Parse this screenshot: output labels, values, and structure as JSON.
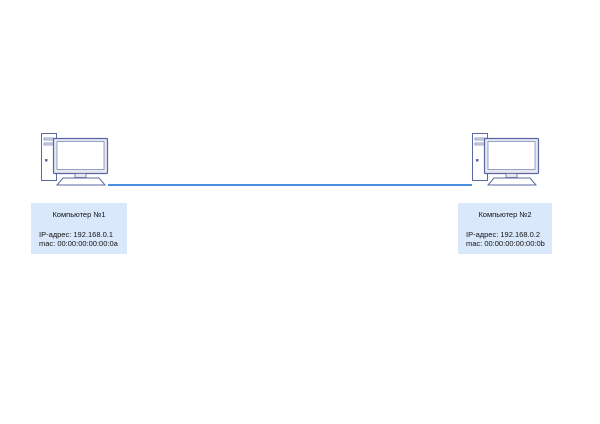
{
  "computers": [
    {
      "name": "Компьютер №1",
      "ip": "IP-адрес: 192.168.0.1",
      "mac": "mac: 00:00:00:00:00:0a"
    },
    {
      "name": "Компьютер №2",
      "ip": "IP-адрес: 192.168.0.2",
      "mac": "mac: 00:00:00:00:00:0b"
    }
  ],
  "colors": {
    "link": "#4a90e2",
    "box_fill": "#dae8fc",
    "device_stroke": "#5a6aa0",
    "device_fill": "#ffffff",
    "device_panel": "#e6e9f2"
  },
  "icons": [
    "desktop-computer-icon",
    "desktop-computer-icon"
  ]
}
